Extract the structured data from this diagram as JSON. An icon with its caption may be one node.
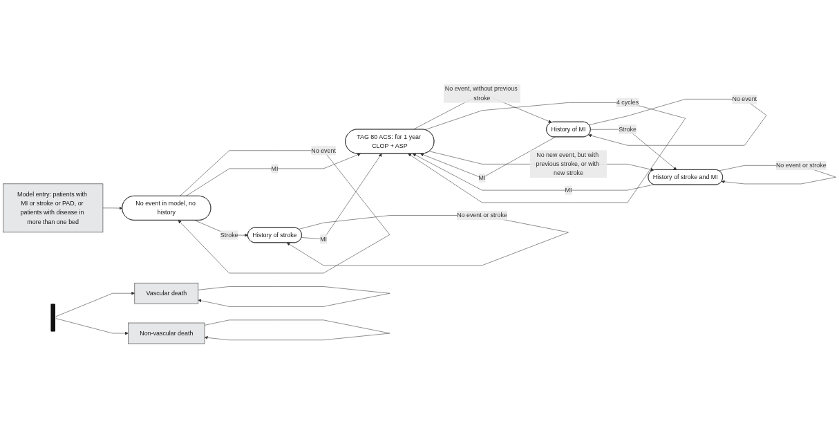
{
  "diagram": {
    "nodes": [
      {
        "text": [
          "Model entry: patients with MI or stroke or PAD, or patients with disease in more than one bed"
        ]
      },
      {
        "text": [
          "No event in model, no history"
        ]
      },
      {
        "text": [
          "History of MI"
        ]
      },
      {
        "text": [
          "TAG 80 ACS: for 1 year CLOP + ASP"
        ]
      },
      {
        "text": [
          "History of stroke and MI"
        ]
      },
      {
        "text": [
          "History of stroke"
        ]
      },
      {
        "text": [],
        "shape": "bar"
      },
      {
        "text": [
          "Vascular death"
        ]
      },
      {
        "text": [
          "Non-vascular death"
        ]
      }
    ],
    "edges": [
      {
        "from": 0,
        "to": 1,
        "arrow": "to"
      },
      {
        "from": 1,
        "to": 1,
        "arrow": "to",
        "label": "No event"
      },
      {
        "from": 1,
        "to": 3,
        "arrow": "to",
        "label": "MI"
      },
      {
        "from": 1,
        "to": 5,
        "arrow": "to",
        "label": "Stroke"
      },
      {
        "from": 2,
        "to": 2,
        "arrow": "to",
        "label": "No event"
      },
      {
        "from": 3,
        "to": 2,
        "arrow": "to",
        "label": "No event, without previous stroke"
      },
      {
        "from": 2,
        "to": 3,
        "arrow": "to",
        "label": "MI"
      },
      {
        "from": 2,
        "to": 4,
        "arrow": "to",
        "label": "Stroke"
      },
      {
        "from": 3,
        "to": 3,
        "arrow": "to",
        "label": "4 cycles"
      },
      {
        "from": 3,
        "to": 4,
        "arrow": "to",
        "label": "No new event, but with previous stroke, or with new stroke"
      },
      {
        "from": 4,
        "to": 3,
        "arrow": "to",
        "label": "MI"
      },
      {
        "from": 4,
        "to": 4,
        "arrow": "to",
        "label": "No event or stroke"
      },
      {
        "from": 5,
        "to": 5,
        "arrow": "to",
        "label": "No event or stroke"
      },
      {
        "from": 5,
        "to": 3,
        "arrow": "to",
        "label": "MI"
      },
      {
        "from": 6,
        "to": 7,
        "arrow": "to"
      },
      {
        "from": 6,
        "to": 8,
        "arrow": "to"
      },
      {
        "from": 7,
        "to": 7,
        "arrow": "to"
      },
      {
        "from": 8,
        "to": 8,
        "arrow": "to"
      }
    ]
  }
}
